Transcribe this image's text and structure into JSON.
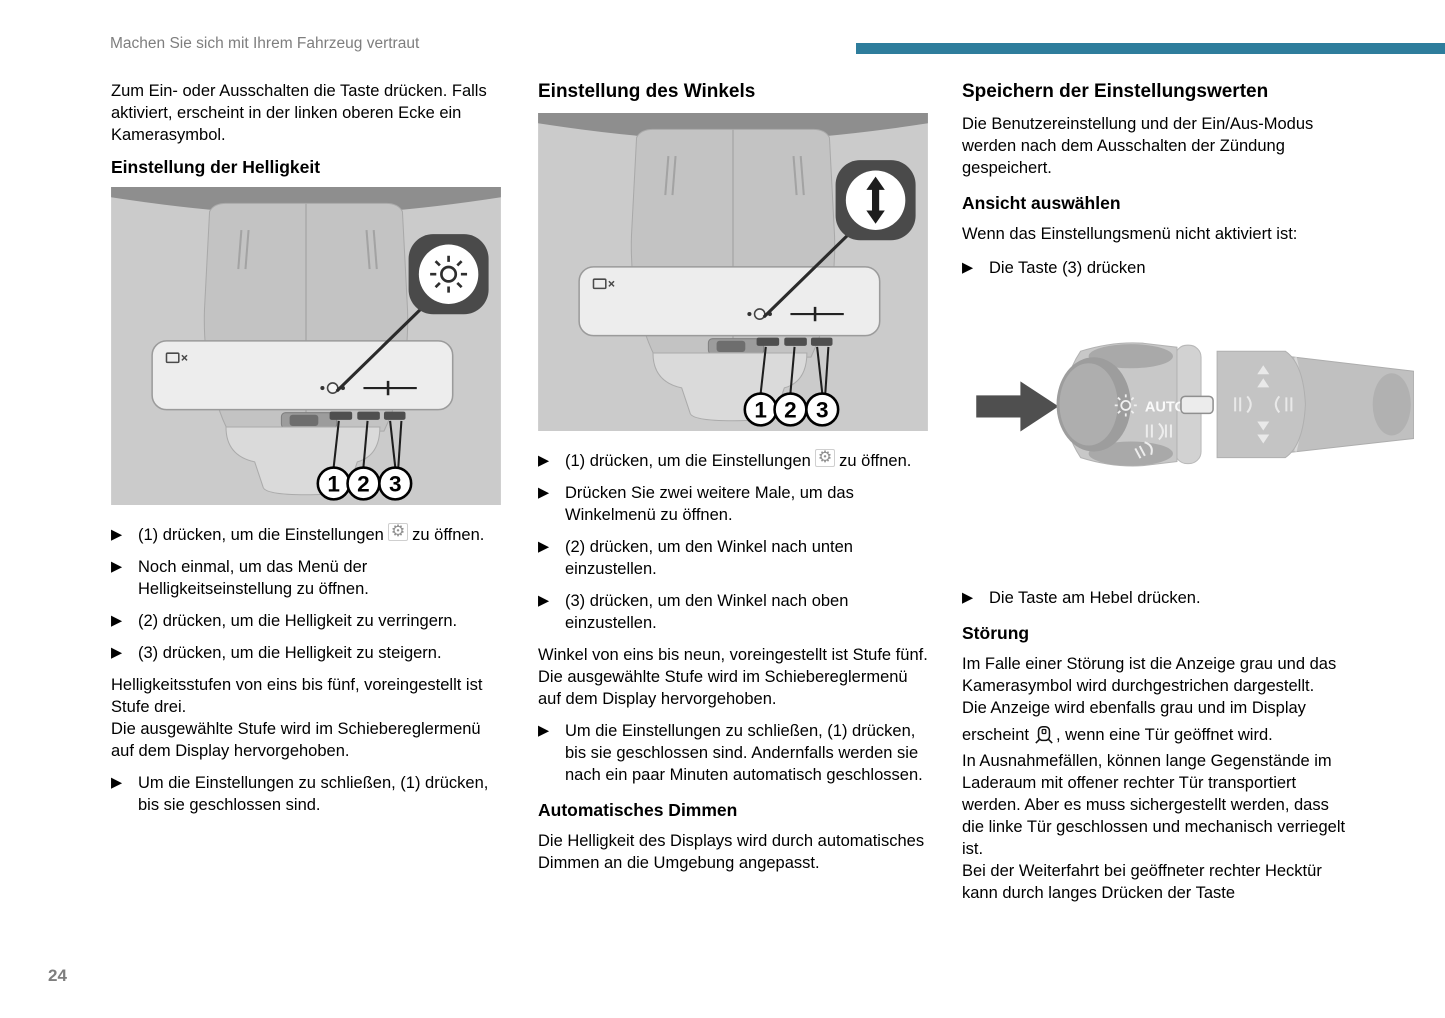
{
  "page": {
    "header": "Machen Sie sich mit Ihrem Fahrzeug vertraut",
    "page_number": "24",
    "colors": {
      "accent": "#2e7d9c",
      "header_text": "#7e7e7e"
    }
  },
  "icons": {
    "bullet_arrow": "▶",
    "gear": "⚙"
  },
  "left_column": {
    "intro": "Zum Ein- oder Ausschalten die Taste drücken. Falls aktiviert, erscheint in der linken oberen Ecke ein Kamerasymbol.",
    "brightness_heading": "Einstellung der Helligkeit",
    "figure": {
      "labels": [
        "1",
        "2",
        "3"
      ]
    },
    "bullets": [
      {
        "pre": "(1) drücken, um die Einstellungen",
        "post": "zu öffnen."
      },
      {
        "text": "Noch einmal, um das Menü der Helligkeitseinstellung zu öffnen."
      },
      {
        "text": "(2) drücken, um die Helligkeit zu verringern."
      },
      {
        "text": "(3) drücken, um die Helligkeit zu steigern."
      }
    ],
    "levels_note": "Helligkeitsstufen von eins bis fünf, voreingestellt ist Stufe drei.\nDie ausgewählte Stufe wird im Schiebereglermenü auf dem Display hervorgehoben.",
    "close_bullet": "Um die Einstellungen zu schließen, (1) drücken, bis sie geschlossen sind."
  },
  "middle_column": {
    "angle_heading": "Einstellung des Winkels",
    "figure": {
      "labels": [
        "1",
        "2",
        "3"
      ]
    },
    "bullets": [
      {
        "pre": "(1) drücken, um die Einstellungen",
        "post": "zu öffnen."
      },
      {
        "text": "Drücken Sie zwei weitere Male, um das Winkelmenü zu öffnen."
      },
      {
        "text": "(2) drücken, um den Winkel nach unten einzustellen."
      },
      {
        "text": "(3) drücken, um den Winkel nach oben einzustellen."
      }
    ],
    "levels_note": "Winkel von eins bis neun, voreingestellt ist Stufe fünf.\nDie ausgewählte Stufe wird im Schiebereglermenü auf dem Display hervorgehoben.",
    "close_bullet": "Um die Einstellungen zu schließen, (1) drücken, bis sie geschlossen sind. Andernfalls werden sie nach ein paar Minuten automatisch geschlossen.",
    "dimming_heading": "Automatisches Dimmen",
    "dimming_text": "Die Helligkeit des Displays wird durch automatisches Dimmen an die Umgebung angepasst."
  },
  "right_column": {
    "save_heading": "Speichern der Einstellungswerten",
    "save_text": "Die Benutzereinstellung und der Ein/Aus-Modus werden nach dem Ausschalten der Zündung gespeichert.",
    "view_heading": "Ansicht auswählen",
    "view_text": "Wenn das Einstellungsmenü nicht aktiviert ist:",
    "view_bullet": "Die Taste (3) drücken",
    "stalk_figure": {
      "auto_label": "AUTO"
    },
    "lever_bullet": "Die Taste am Hebel drücken.",
    "fault_heading": "Störung",
    "fault_text_1": "Im Falle einer Störung ist die Anzeige grau und das Kamerasymbol wird durchgestrichen dargestellt.\nDie Anzeige wird ebenfalls grau und im Display",
    "fault_icon_line": {
      "pre": "erscheint",
      "post": ", wenn eine Tür geöffnet wird."
    },
    "fault_text_2": "In Ausnahmefällen, können lange Gegenstände im Laderaum mit offener rechter Tür transportiert werden. Aber es muss sichergestellt werden, dass die linke Tür geschlossen und mechanisch verriegelt ist.\nBei der Weiterfahrt bei geöffneter rechter Hecktür kann durch langes Drücken der Taste"
  }
}
